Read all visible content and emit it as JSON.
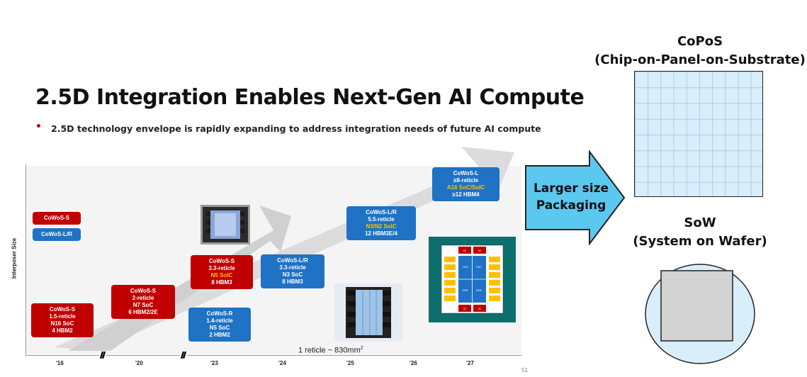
{
  "slide": {
    "title": "2.5D Integration Enables Next-Gen AI Compute",
    "bullet": "2.5D technology envelope is rapidly expanding to address integration needs of future AI compute",
    "y_axis_label": "Interposer Size",
    "years": [
      "'16",
      "'20",
      "'23",
      "'24",
      "'25",
      "'26",
      "'27"
    ],
    "reticle_note": "1 reticle ~ 830mm",
    "reticle_sup": "2",
    "page_number": "51",
    "legend": {
      "cowos_s": "CoWoS-S",
      "cowos_lr": "CoWoS-L/R"
    }
  },
  "boxes": [
    {
      "id": "s16",
      "color": "#c00000",
      "lines": [
        "CoWoS-S",
        "1.5-reticle",
        "N16 SoC",
        "4 HBM2"
      ]
    },
    {
      "id": "s20",
      "color": "#c00000",
      "lines": [
        "CoWoS-S",
        "2-reticle",
        "N7 SoC",
        "6 HBM2/2E"
      ]
    },
    {
      "id": "s23",
      "color": "#c00000",
      "lines": [
        "CoWoS-S",
        "3.3-reticle",
        "N5 SoIC",
        "8 HBM3"
      ]
    },
    {
      "id": "r23",
      "color": "#1f72c4",
      "lines": [
        "CoWoS-R",
        "1.4-reticle",
        "N5 SoC",
        "2 HBM2"
      ]
    },
    {
      "id": "lr24",
      "color": "#1f72c4",
      "lines": [
        "CoWoS-L/R",
        "3.3-reticle",
        "N3 SoC",
        "8 HBM3"
      ]
    },
    {
      "id": "lr25",
      "color": "#1f72c4",
      "lines": [
        "CoWoS-L/R",
        "5.5-reticle",
        "N3/N2 SoIC",
        "12 HBM3E/4"
      ]
    },
    {
      "id": "l27",
      "color": "#1f72c4",
      "lines": [
        "CoWoS-L",
        "≥8-reticle",
        "A16 SoC/SoIC",
        "≥12 HBM4"
      ]
    }
  ],
  "chip": {
    "io": "IO",
    "soc": "SoC",
    "dpe": "DPE"
  },
  "packaging": {
    "arrow_line1": "Larger size",
    "arrow_line2": "Packaging",
    "copos_title": "CoPoS",
    "copos_subtitle": "(Chip-on-Panel-on-Substrate)",
    "sow_title": "SoW",
    "sow_subtitle": "(System on Wafer)"
  },
  "colors": {
    "red": "#c00000",
    "blue": "#1f72c4",
    "highlight": "#ffc000",
    "arrow_fill": "#5bc8f0",
    "panel_fill": "#d8eefa"
  }
}
